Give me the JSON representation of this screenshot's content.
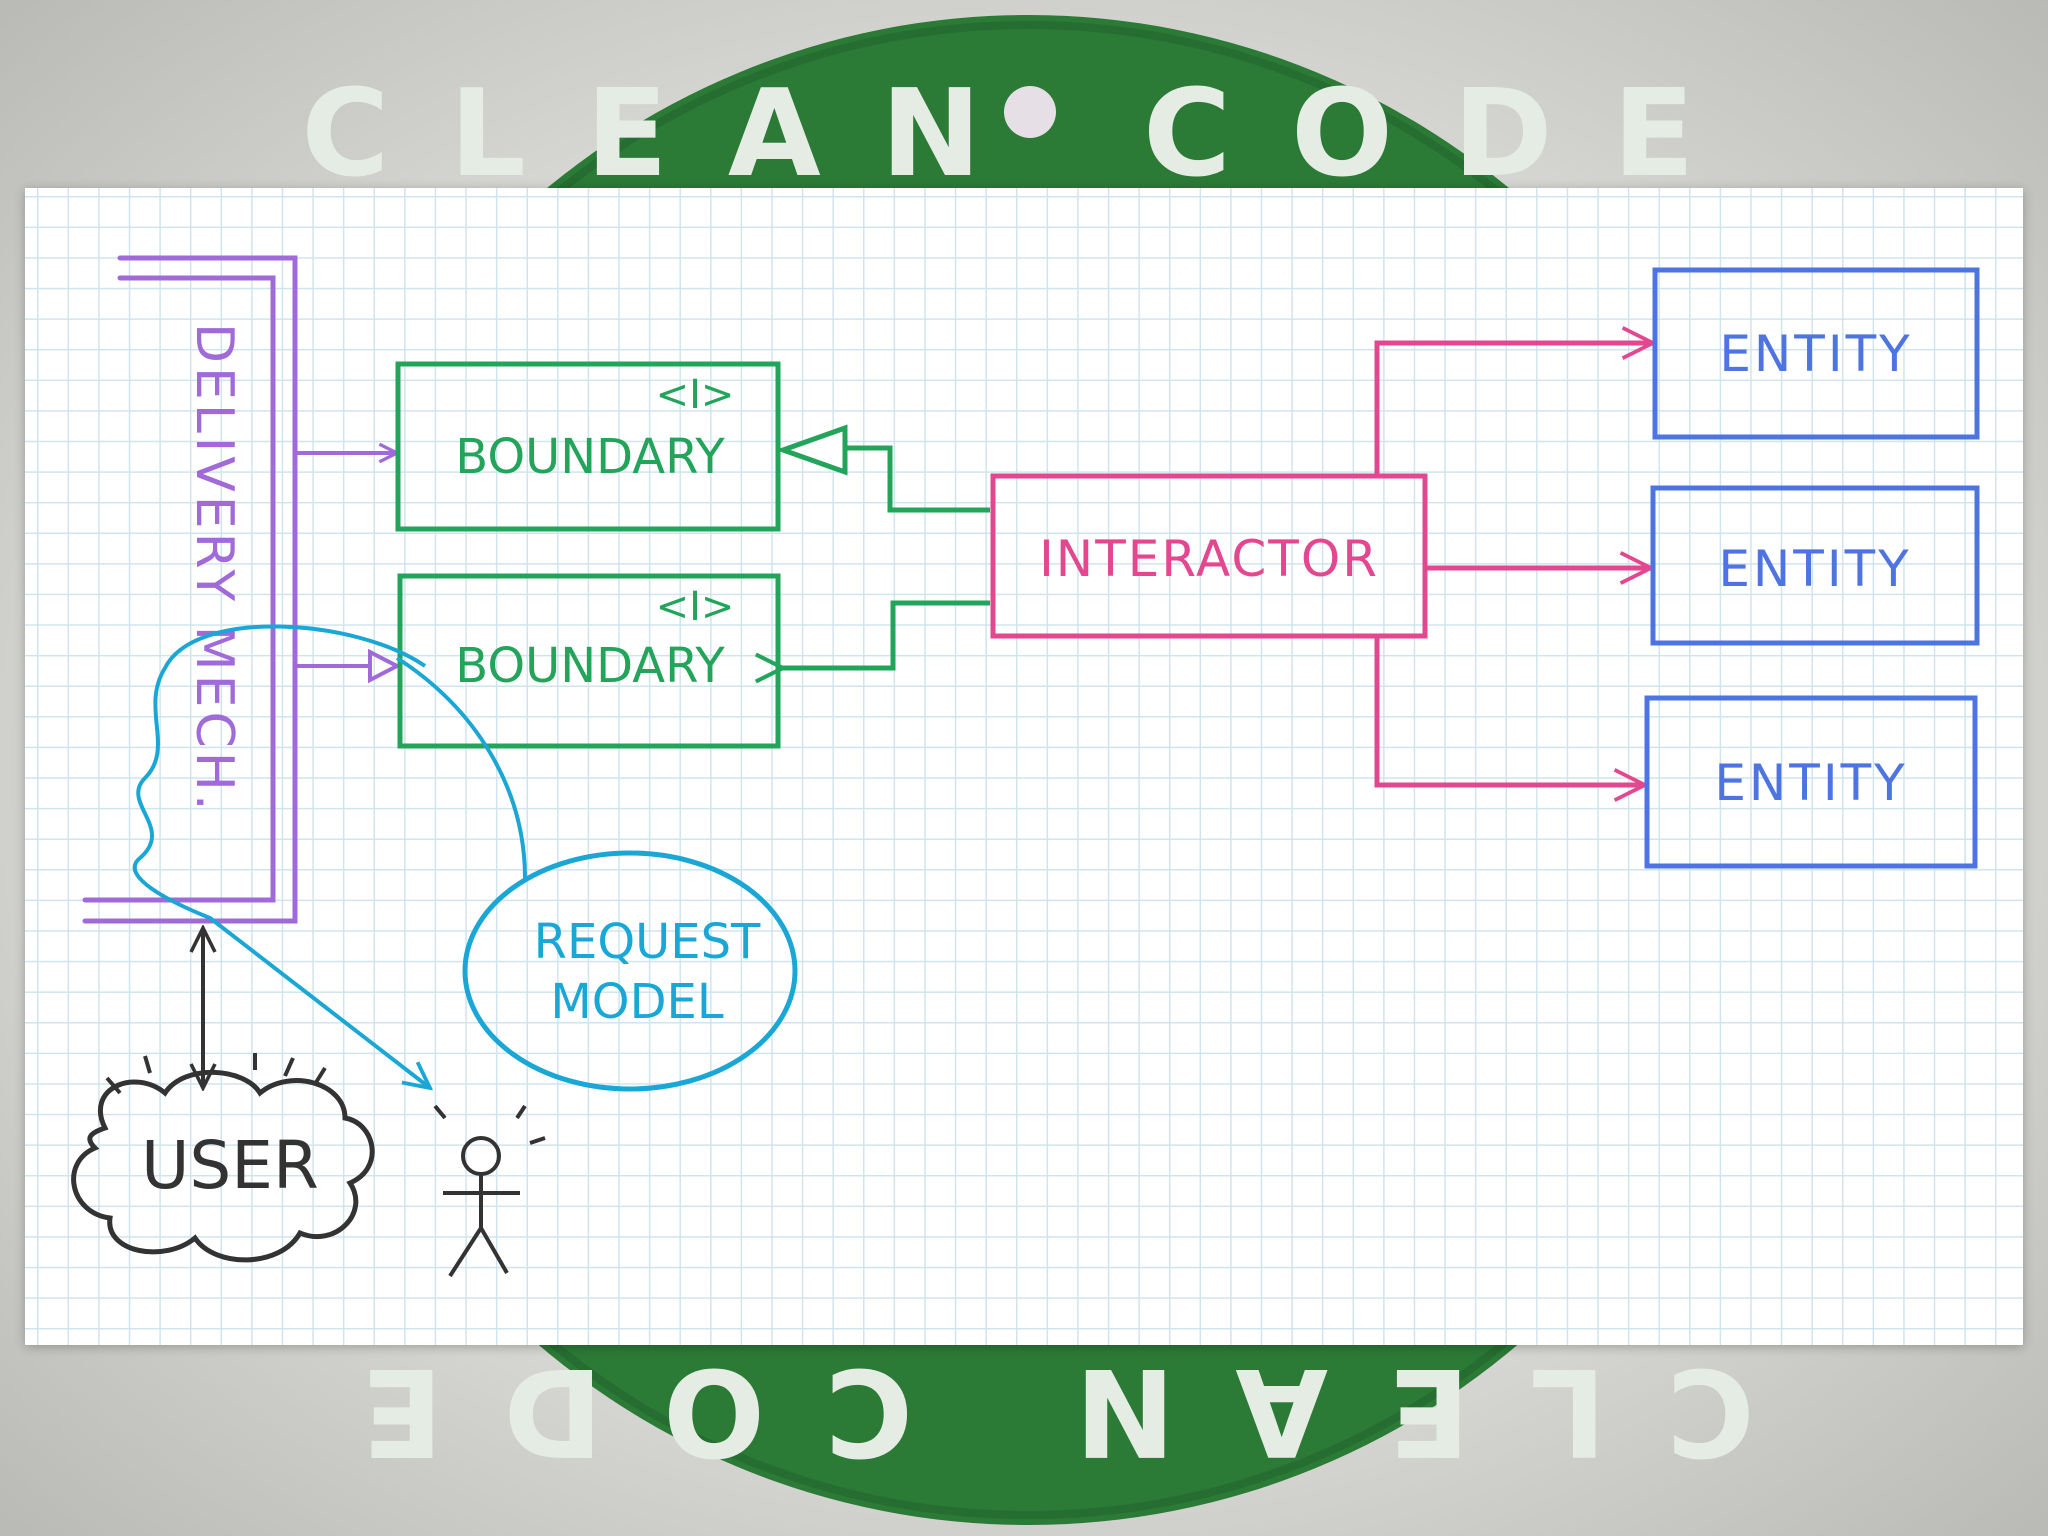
{
  "logo": {
    "text": "CLEAN CODE",
    "bottom_text": "CLEAN CODE",
    "color": "#2e7d3a"
  },
  "diagram": {
    "delivery_mechanism": {
      "label": "DELIVERY MECH.",
      "color": "#a06ad9"
    },
    "boundary_top": {
      "stereotype": "<I>",
      "label": "BOUNDARY",
      "color": "#22a45a"
    },
    "boundary_bottom": {
      "stereotype": "<I>",
      "label": "BOUNDARY",
      "color": "#22a45a"
    },
    "interactor": {
      "label": "INTERACTOR",
      "color": "#e2478f"
    },
    "entities": [
      {
        "label": "ENTITY"
      },
      {
        "label": "ENTITY"
      },
      {
        "label": "ENTITY"
      }
    ],
    "entity_color": "#4d74e0",
    "request_model": {
      "line1": "REQUEST",
      "line2": "MODEL",
      "color": "#1aa7d6"
    },
    "user": {
      "label": "USER",
      "color": "#333333"
    }
  }
}
